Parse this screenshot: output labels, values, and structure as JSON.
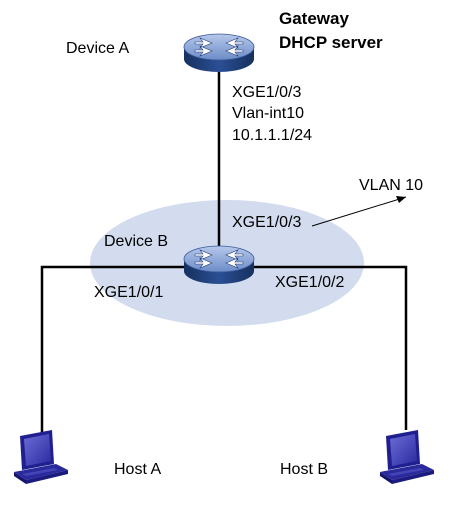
{
  "device_a": {
    "name": "Device A",
    "role_line1": "Gateway",
    "role_line2": "DHCP server",
    "port": "XGE1/0/3",
    "vlan_interface": "Vlan-int10",
    "ip_address": "10.1.1.1/24"
  },
  "device_b": {
    "name": "Device B",
    "uplink_port": "XGE1/0/3",
    "port_to_host_a": "XGE1/0/1",
    "port_to_host_b": "XGE1/0/2"
  },
  "vlan": {
    "label": "VLAN 10"
  },
  "hosts": {
    "host_a": "Host A",
    "host_b": "Host B"
  },
  "colors": {
    "vlan_ellipse": "#d2dcee",
    "device_dark": "#1e3d78",
    "device_light": "#8aa6da",
    "host_screen": "#4a4ab6",
    "host_body": "#1f1f8f",
    "link_line": "#000000"
  },
  "icons": {
    "device_a": "switch-router-icon",
    "device_b": "switch-router-icon",
    "host_a": "pc-icon",
    "host_b": "pc-icon"
  }
}
